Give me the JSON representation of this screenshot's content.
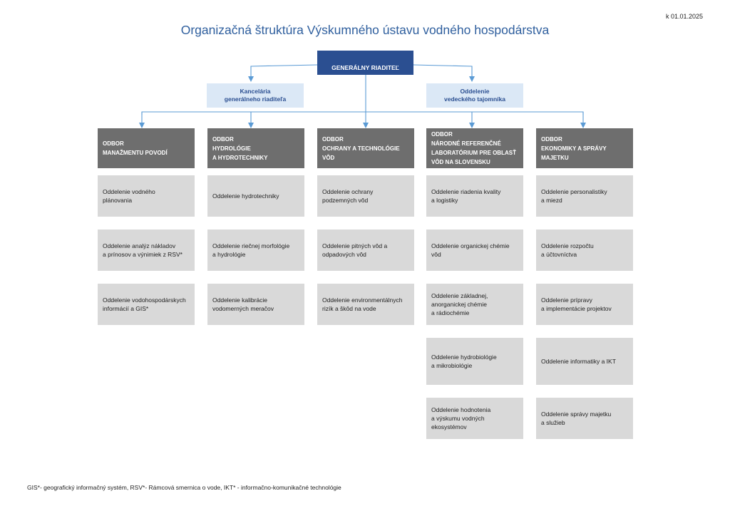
{
  "date": "k 01.01.2025",
  "title": "Organizačná štruktúra Výskumného ústavu vodného hospodárstva",
  "director": "GENERÁLNY RIADITEĽ",
  "staff": {
    "left": "Kancelária\ngenerálneho riaditeľa",
    "right": "Oddelenie\nvedeckého tajomníka"
  },
  "departments": [
    {
      "label": "ODBOR\nMANAŽMENTU POVODÍ",
      "units": [
        "Oddelenie vodného\nplánovania",
        "Oddelenie analýz nákladov\na prínosov a výnimiek z RSV*",
        "Oddelenie vodohospodárskych\ninformácií a GIS*"
      ]
    },
    {
      "label": "ODBOR\nHYDROLÓGIE\nA HYDROTECHNIKY",
      "units": [
        "Oddelenie hydrotechniky",
        "Oddelenie riečnej morfológie\na hydrológie",
        "Oddelenie kalibrácie\nvodomerných meračov"
      ]
    },
    {
      "label": "ODBOR\nOCHRANY A TECHNOLÓGIE\nVÔD",
      "units": [
        "Oddelenie ochrany\npodzemných vôd",
        "Oddelenie pitných vôd a\nodpadových vôd",
        "Oddelenie environmentálnych\nrizík a škôd na vode"
      ]
    },
    {
      "label": "ODBOR\nNÁRODNÉ REFERENČNÉ\nLABORATÓRIUM PRE OBLASŤ\nVÔD  NA SLOVENSKU",
      "units": [
        "Oddelenie riadenia kvality\na logistiky",
        "Oddelenie organickej chémie\nvôd",
        "Oddelenie základnej,\nanorganickej chémie\na rádiochémie",
        "Oddelenie hydrobiológie\na mikrobiológie",
        "Oddelenie hodnotenia\na výskumu vodných\nekosystémov"
      ]
    },
    {
      "label": "ODBOR\nEKONOMIKY A SPRÁVY\nMAJETKU",
      "units": [
        "Oddelenie personalistiky\na miezd",
        "Oddelenie rozpočtu\na účtovníctva",
        "Oddelenie prípravy\na implementácie projektov",
        "Oddelenie informatiky a IKT",
        "Oddelenie správy majetku\na služieb"
      ]
    }
  ],
  "footnote": "GIS*- geografický informačný systém, RSV*- Rámcová smernica o vode, IKT* - informačno-komunikačné technológie",
  "colors": {
    "director": "#2b4f91",
    "staff": "#dbe8f6",
    "department": "#6e6e6e",
    "unit": "#d9d9d9",
    "connector": "#5b9bd5",
    "title": "#2f5f9e"
  }
}
